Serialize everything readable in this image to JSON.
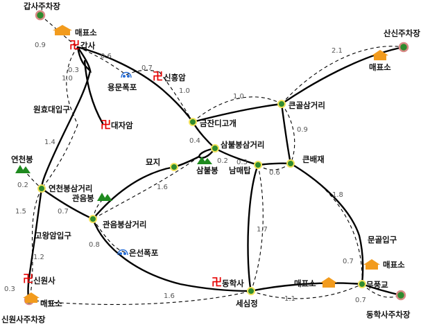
{
  "map": {
    "colors": {
      "trail": "#000000",
      "alt_trail": "#000000",
      "node_fill": "#2e8b2e",
      "node_ring": "#f3e25a",
      "endpoint_ring": "#d98a86",
      "peak": "#1f8a1f",
      "shop": "#f29b1d",
      "temple": "#e60000",
      "waterfall": "#2a6fd6"
    },
    "places": {
      "gapsa_parking": "갑사주차장",
      "sinsin_parking": "산신주차장",
      "gapsa": "갑사",
      "yongmun_falls": "용문폭포",
      "sinheungam": "신흥암",
      "wonhyodae_entrance": "원효대입구",
      "daejaam": "대자암",
      "geumjandi_pass": "금잔디고개",
      "keungol_junction": "큰골삼거리",
      "keunbaejae": "큰배재",
      "sambulbong_junction": "삼불봉삼거리",
      "sambulbong": "삼불봉",
      "nammaetap": "남매탑",
      "myoji": "묘지",
      "yeoncheonbong": "연천봉",
      "yeoncheonbong_junction": "연천봉삼거리",
      "gwaneumbong": "관음봉",
      "gwaneumbong_junction": "관음봉삼거리",
      "gowangam_entrance": "고왕암입구",
      "sinwonsa": "신원사",
      "sinwonsa_parking": "신원사주차장",
      "eunseon_falls": "은선폭포",
      "donghaksa": "동학사",
      "sesimjeong": "세심정",
      "mungol_entrance": "문골입구",
      "mupunggyo": "무풍교",
      "donghaksa_parking": "동학사주차장"
    },
    "shops": [
      "매표소",
      "매표소",
      "매표소",
      "매표소",
      "매표소"
    ],
    "distances": {
      "d_0_9": "0.9",
      "d_0_6": "0.6",
      "d_0_3": "0.3",
      "d_0_7_sinheung": "0.7",
      "d_1_0_gapsa": "1.0",
      "d_1_0_sinheung": "1.0",
      "d_1_0_keungol": "1.0",
      "d_2_1": "2.1",
      "d_0_9_keungol": "0.9",
      "d_1_4": "1.4",
      "d_0_4": "0.4",
      "d_0_2_sambul": "0.2",
      "d_0_3_nammae": "0.3",
      "d_0_6_baejae": "0.6",
      "d_0_2_yeoncheon": "0.2",
      "d_1_6_myoji": "1.6",
      "d_0_7_gwaneum": "0.7",
      "d_1_5": "1.5",
      "d_1_8": "1.8",
      "d_1_7": "1.7",
      "d_0_8": "0.8",
      "d_1_2": "1.2",
      "d_0_7_mungol": "0.7",
      "d_0_3_sinwon": "0.3",
      "d_1_6_sesim": "1.6",
      "d_1_1": "1.1",
      "d_0_7_mupung": "0.7"
    }
  }
}
